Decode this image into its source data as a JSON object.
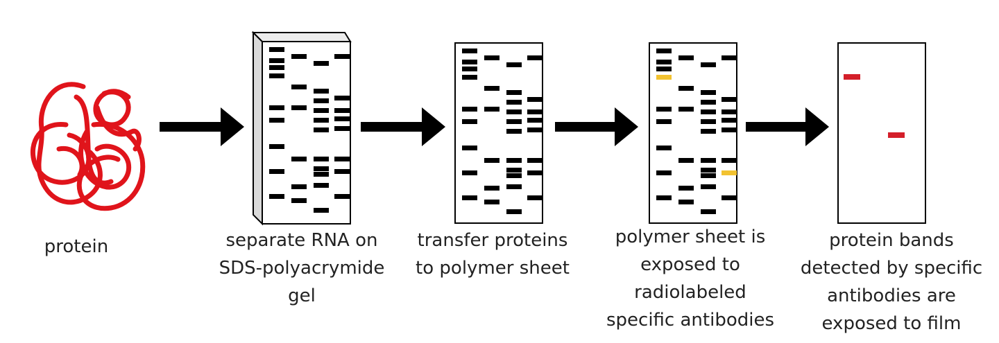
{
  "steps": [
    {
      "id": "protein",
      "caption": [
        "protein"
      ]
    },
    {
      "id": "gel",
      "caption": [
        "separate RNA on",
        "SDS-polyacrymide",
        "gel"
      ]
    },
    {
      "id": "transfer",
      "caption": [
        "transfer proteins",
        "to polymer sheet"
      ]
    },
    {
      "id": "exposed",
      "caption": [
        "polymer sheet is",
        "exposed to",
        "radiolabeled",
        "specific antibodies"
      ]
    },
    {
      "id": "film",
      "caption": [
        "protein bands",
        "detected by specific",
        "antibodies are",
        "exposed to film"
      ]
    }
  ],
  "colors": {
    "protein": "#e0141b",
    "band": "#000000",
    "highlight_band": "#f2c230",
    "film_band": "#d41f2a",
    "arrow": "#000000"
  },
  "icons": [
    "protein-coil-icon",
    "gel-slab-icon",
    "polymer-sheet-icon",
    "exposed-sheet-icon",
    "film-icon",
    "arrow-right-icon"
  ]
}
